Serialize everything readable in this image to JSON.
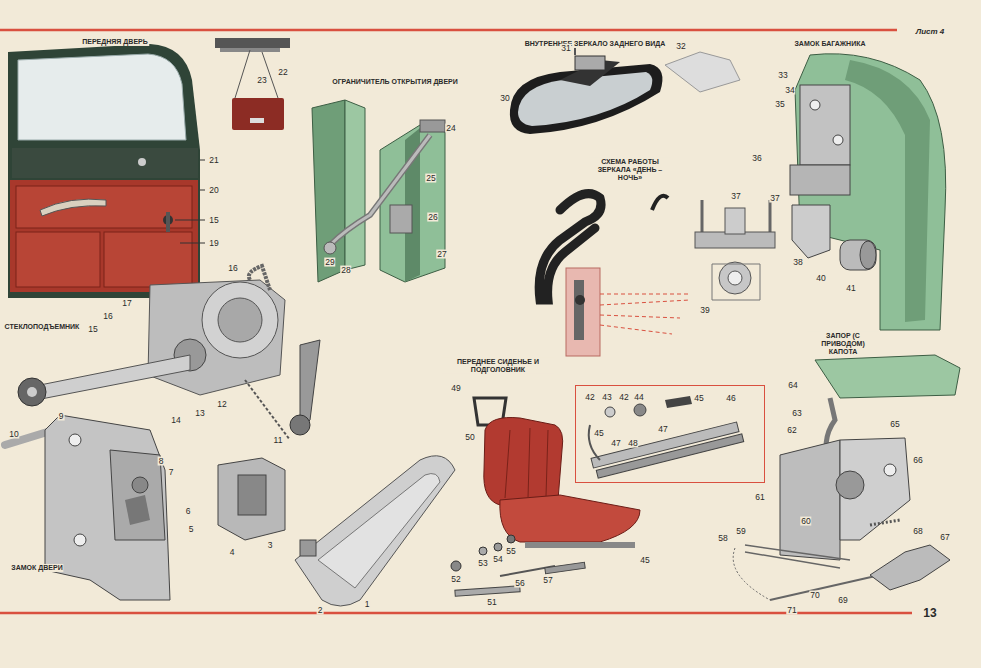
{
  "diagram": {
    "nodes": [
      {
        "text": [
          "42",
          "43",
          "42",
          "44",
          "45",
          "46",
          "45",
          "47",
          "48",
          "47"
        ]
      }
    ],
    "labels": [
      "Лист 4",
      "13",
      "ПЕРЕДНЯЯ ДВЕРЬ",
      "ОГРАНИЧИТЕЛЬ ОТКРЫТИЯ ДВЕРИ",
      "ВНУТРЕННЕЕ ЗЕРКАЛО ЗАДНЕГО ВИДА",
      "ЗАМОК БАГАЖНИКА",
      "СХЕМА РАБОТЫ ЗЕРКАЛА «ДЕНЬ – НОЧЬ»",
      "СТЕКЛОПОДЪЕМНИК",
      "ПЕРЕДНЕЕ СИДЕНЬЕ И ПОДГОЛОВНИК",
      "ЗАПОР (С ПРИВОДОМ) КАПОТА",
      "ЗАМОК ДВЕРИ",
      "21",
      "20",
      "15",
      "19",
      "22",
      "23",
      "24",
      "25",
      "26",
      "27",
      "28",
      "29",
      "30",
      "31",
      "32",
      "33",
      "34",
      "35",
      "36",
      "37",
      "37",
      "38",
      "39",
      "40",
      "41",
      "16",
      "17",
      "16",
      "15",
      "13",
      "12",
      "14",
      "11",
      "9",
      "10",
      "8",
      "7",
      "6",
      "5",
      "4",
      "3",
      "2",
      "1",
      "49",
      "50",
      "52",
      "53",
      "54",
      "55",
      "56",
      "57",
      "51",
      "45",
      "64",
      "63",
      "65",
      "62",
      "66",
      "61",
      "60",
      "68",
      "67",
      "59",
      "58",
      "69",
      "71",
      "70"
    ]
  }
}
